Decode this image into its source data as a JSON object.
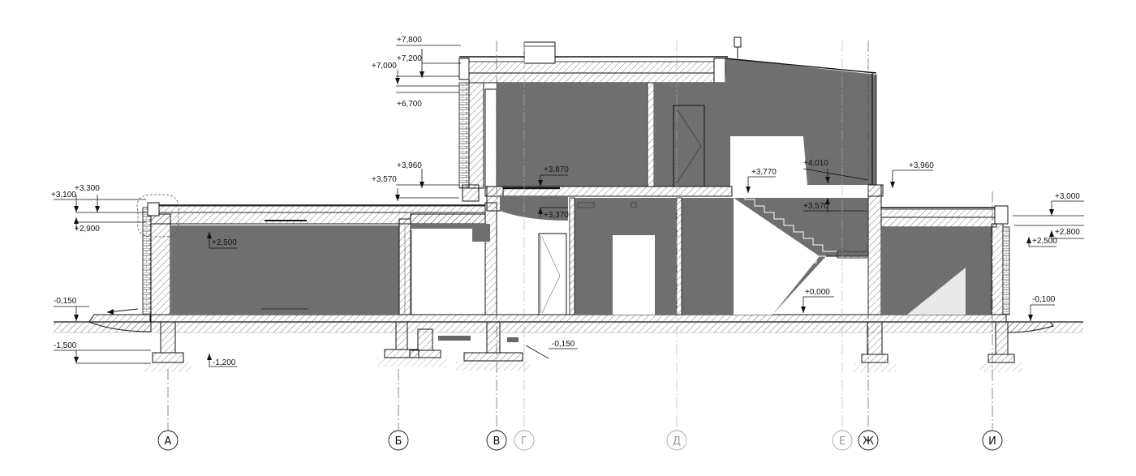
{
  "drawing": {
    "colors": {
      "room_fill": "#6f6f6f",
      "line": "#111111",
      "faint_axis": "#a8a8a8",
      "background": "#ffffff"
    },
    "level_marks": {
      "l_7800": "+7,800",
      "l_7200": "+7,200",
      "l_7000": "+7,000",
      "l_6700": "+6,700",
      "l_3960_left": "+3,960",
      "l_3570_left": "+3,570",
      "l_3300": "+3,300",
      "l_3100": "+3,100",
      "l_2900": "+2,900",
      "l_2500_left": "+2,500",
      "l_3870": "+3,870",
      "l_3370": "+3,370",
      "l_3770": "+3,770",
      "l_4010": "+4,010",
      "l_3570_right": "+3,570",
      "l_3960_right": "+3,960",
      "l_3000": "+3,000",
      "l_2800": "+2,800",
      "l_2500_right": "+2,500",
      "l_0000": "+0,000",
      "l_m0150_left": "-0,150",
      "l_m0150_mid": "-0,150",
      "l_m0100": "-0,100",
      "l_m1500": "-1,500",
      "l_m1200": "-1,200"
    },
    "axes": [
      {
        "id": "A",
        "label": "А",
        "faint": false
      },
      {
        "id": "B",
        "label": "Б",
        "faint": false
      },
      {
        "id": "V",
        "label": "В",
        "faint": false
      },
      {
        "id": "G",
        "label": "Г",
        "faint": true
      },
      {
        "id": "D",
        "label": "Д",
        "faint": true
      },
      {
        "id": "E",
        "label": "Е",
        "faint": true
      },
      {
        "id": "ZH",
        "label": "Ж",
        "faint": false
      },
      {
        "id": "I",
        "label": "И",
        "faint": false
      }
    ]
  }
}
